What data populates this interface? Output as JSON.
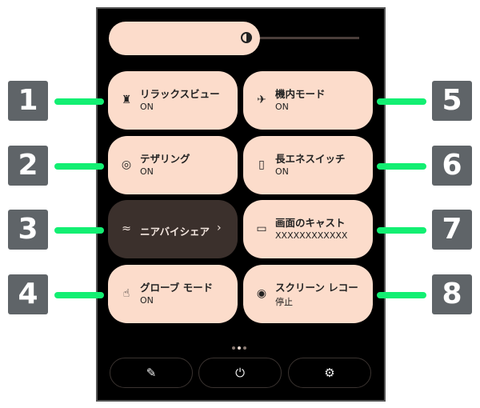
{
  "brightness": {
    "icon": "brightness-icon",
    "level_percent": 60
  },
  "tiles": [
    {
      "title": "リラックスビュー",
      "status": "ON",
      "icon": "lamp-icon"
    },
    {
      "title": "機内モード",
      "status": "ON",
      "icon": "airplane-icon"
    },
    {
      "title": "テザリング",
      "status": "ON",
      "icon": "hotspot-icon"
    },
    {
      "title": "長エネスイッチ",
      "status": "ON",
      "icon": "battery-icon"
    },
    {
      "title": "ニアバイシェア",
      "icon": "nearby-share-icon"
    },
    {
      "title": "画面のキャスト",
      "status": "XXXXXXXXXXXX",
      "icon": "cast-icon"
    },
    {
      "title": "グローブ モード",
      "status": "ON",
      "icon": "glove-hand-icon"
    },
    {
      "title": "スクリーン レコー",
      "status": "停止",
      "icon": "screen-record-icon"
    }
  ],
  "page_indicator": {
    "current": 2,
    "total": 3
  },
  "bottom_buttons": [
    "edit-icon",
    "power-icon",
    "settings-icon"
  ],
  "callouts": [
    "1",
    "2",
    "3",
    "4",
    "5",
    "6",
    "7",
    "8"
  ],
  "colors": {
    "tile": "#fcdccb",
    "tile_dark": "#3b302c",
    "callout_line": "#12ef72",
    "badge": "#5f6468"
  }
}
